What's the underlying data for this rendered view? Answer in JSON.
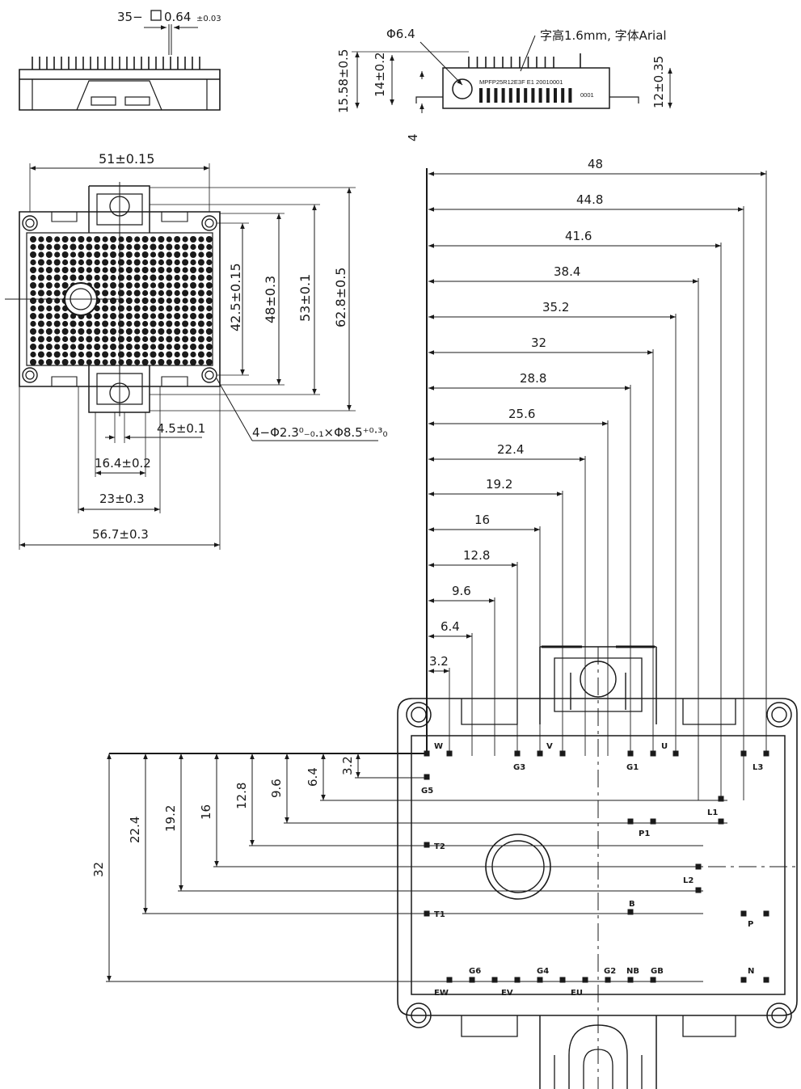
{
  "top_view": {
    "pins_label": "35−",
    "pin_size": "0.64",
    "pin_tol": "±0.03"
  },
  "side_view": {
    "hole": "Φ6.4",
    "note": "字高1.6mm, 字体Arial",
    "part_line1": "MPFP25R12E3F   E1   20010001",
    "part_line2": "0001",
    "dim_15_58": "15.58±0.5",
    "dim_14": "14±0.2",
    "dim_12": "12±0.35",
    "dim_4": "4"
  },
  "front_view": {
    "w51": "51±0.15",
    "h42_5": "42.5±0.15",
    "h48": "48±0.3",
    "h53": "53±0.1",
    "h62_8": "62.8±0.5",
    "w4_5": "4.5±0.1",
    "w16_4": "16.4±0.2",
    "w23": "23±0.3",
    "w56_7": "56.7±0.3",
    "holes": "4−Φ2.3⁰₋₀.₁×Φ8.5⁺⁰·³₀"
  },
  "pin_map": {
    "h_dims": [
      "48",
      "44.8",
      "41.6",
      "38.4",
      "35.2",
      "32",
      "28.8",
      "25.6",
      "22.4",
      "19.2",
      "16",
      "12.8",
      "9.6",
      "6.4",
      "3.2"
    ],
    "v_dims": [
      "3.2",
      "6.4",
      "9.6",
      "12.8",
      "16",
      "19.2",
      "22.4",
      "32"
    ],
    "pins": {
      "W": "W",
      "V": "V",
      "U": "U",
      "G3": "G3",
      "G1": "G1",
      "L3": "L3",
      "G5": "G5",
      "L1": "L1",
      "P1": "P1",
      "T2": "T2",
      "L2": "L2",
      "B": "B",
      "T1": "T1",
      "P": "P",
      "G6": "G6",
      "G4": "G4",
      "G2": "G2",
      "NB": "NB",
      "GB": "GB",
      "N": "N",
      "EW": "EW",
      "EV": "EV",
      "EU": "EU"
    }
  }
}
